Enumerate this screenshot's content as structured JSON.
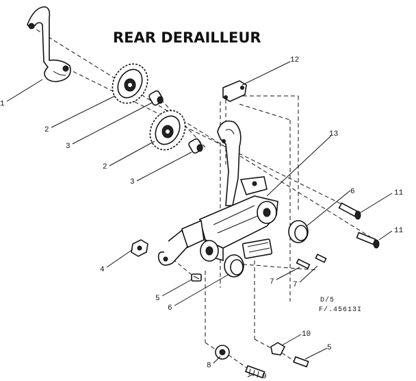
{
  "title": "REAR DERAILLEUR",
  "reference": [
    "D/5",
    "F/.45613I"
  ],
  "callouts": [
    "1",
    "2",
    "3",
    "2",
    "3",
    "4",
    "5",
    "6",
    "6",
    "7",
    "7",
    "8",
    "9",
    "10",
    "5",
    "11",
    "11",
    "12",
    "13"
  ]
}
